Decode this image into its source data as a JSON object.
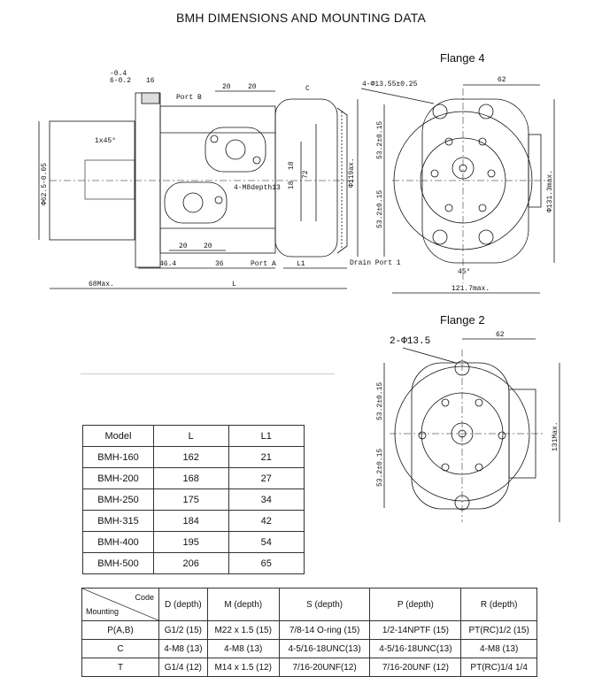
{
  "title": "BMH  DIMENSIONS AND MOUNTING DATA",
  "flange4": {
    "label": "Flange   4",
    "dims": {
      "holes": "4-Φ13.55±0.25",
      "width": "62",
      "upper": "53.2±0.15",
      "lower": "53.2±0.15",
      "dia": "Φ131.3max.",
      "angle": "45°",
      "bottom": "121.7max."
    }
  },
  "flange2": {
    "label": "Flange   2",
    "dims": {
      "holes": "2-Φ13.5",
      "width": "62",
      "upper": "53.2±0.15",
      "lower": "53.2±0.15",
      "height": "131Max."
    }
  },
  "side_view": {
    "dims": {
      "tol": "6-0.2",
      "tol_top": "-0.4",
      "d16": "16",
      "d20a": "20",
      "d20b": "20",
      "port_b": "Port B",
      "c": "C",
      "chamfer": "1x45°",
      "shaft": "Φ62.5-0.05",
      "d18a": "18",
      "d18b": "18",
      "d72": "72",
      "dia119": "Φ119ax.",
      "m8": "4-M8depth13",
      "d20c": "20",
      "d20d": "20",
      "d464": "46.4",
      "d36": "36",
      "port_a": "Port A",
      "l1": "L1",
      "drain": "Drain Port 1",
      "d68": "68Max.",
      "L": "L"
    }
  },
  "model_table": {
    "headers": [
      "Model",
      "L",
      "L1"
    ],
    "rows": [
      [
        "BMH-160",
        "162",
        "21"
      ],
      [
        "BMH-200",
        "168",
        "27"
      ],
      [
        "BMH-250",
        "175",
        "34"
      ],
      [
        "BMH-315",
        "184",
        "42"
      ],
      [
        "BMH-400",
        "195",
        "54"
      ],
      [
        "BMH-500",
        "206",
        "65"
      ]
    ]
  },
  "mount_table": {
    "corner_code": "Code",
    "corner_mounting": "Mounting",
    "headers": [
      "D (depth)",
      "M (depth)",
      "S (depth)",
      "P (depth)",
      "R (depth)"
    ],
    "rows": [
      [
        "P(A,B)",
        "G1/2  (15)",
        "M22 x 1.5  (15)",
        "7/8-14  O-ring (15)",
        "1/2-14NPTF (15)",
        "PT(RC)1/2  (15)"
      ],
      [
        "C",
        "4-M8  (13)",
        "4-M8  (13)",
        "4-5/16-18UNC(13)",
        "4-5/16-18UNC(13)",
        "4-M8  (13)"
      ],
      [
        "T",
        "G1/4  (12)",
        "M14 x 1.5 (12)",
        "7/16-20UNF(12)",
        "7/16-20UNF  (12)",
        "PT(RC)1/4    1/4"
      ]
    ]
  }
}
